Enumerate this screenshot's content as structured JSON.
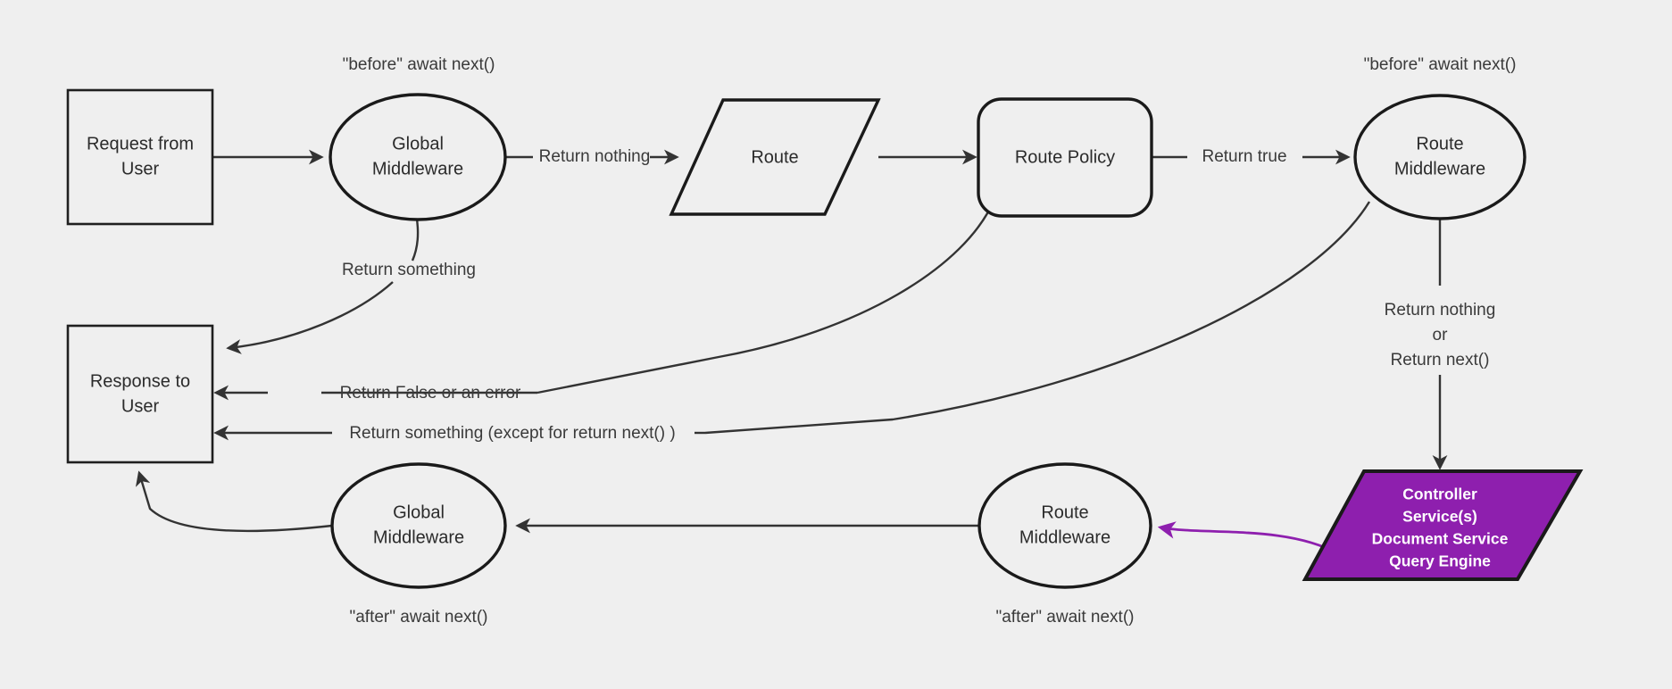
{
  "diagram": {
    "background_color": "#efefef",
    "stroke_color": "#1f1f1f",
    "accent_color": "#8e1fae",
    "accent_text_color": "#ffffff",
    "nodes": {
      "request_from_user": {
        "line1": "Request from",
        "line2": "User",
        "shape": "rectangle"
      },
      "global_middleware_before": {
        "line1": "Global",
        "line2": "Middleware",
        "shape": "ellipse"
      },
      "route": {
        "line1": "Route",
        "shape": "parallelogram"
      },
      "route_policy": {
        "line1": "Route Policy",
        "shape": "rounded-rectangle"
      },
      "route_middleware_before": {
        "line1": "Route",
        "line2": "Middleware",
        "shape": "ellipse"
      },
      "controller": {
        "line1": "Controller",
        "line2": "Service(s)",
        "line3": "Document Service",
        "line4": "Query Engine",
        "shape": "parallelogram",
        "fill": "#8e1fae"
      },
      "route_middleware_after": {
        "line1": "Route",
        "line2": "Middleware",
        "shape": "ellipse"
      },
      "global_middleware_after": {
        "line1": "Global",
        "line2": "Middleware",
        "shape": "ellipse"
      },
      "response_to_user": {
        "line1": "Response to",
        "line2": "User",
        "shape": "rectangle"
      }
    },
    "annotations": {
      "before_global": "\"before\" await next()",
      "before_route": "\"before\" await next()",
      "after_global": "\"after\" await next()",
      "after_route": "\"after\" await next()"
    },
    "edge_labels": {
      "return_nothing": "Return nothing",
      "return_true": "Return true",
      "return_something_global": "Return something",
      "return_false_or_error": "Return False or an error",
      "return_something_except": "Return something (except for return next() )",
      "return_nothing_or_next_1": "Return nothing",
      "return_nothing_or_next_2": "or",
      "return_nothing_or_next_3": "Return next()"
    }
  }
}
